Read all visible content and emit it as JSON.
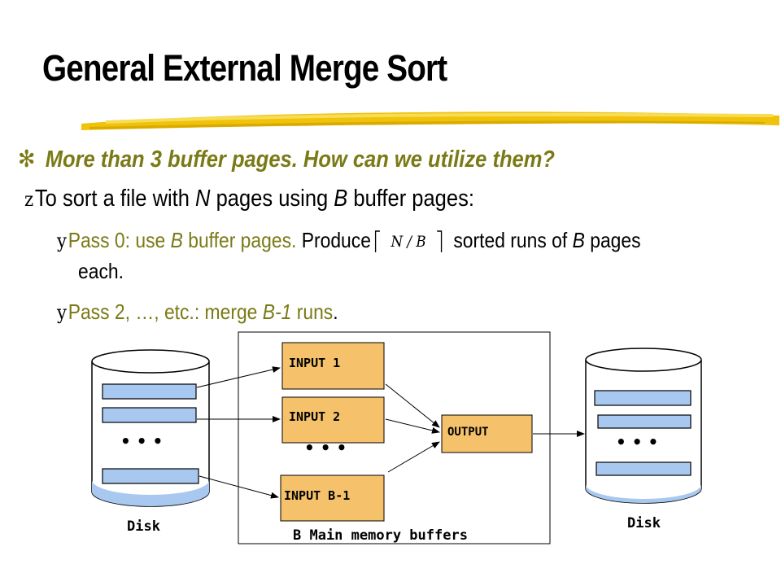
{
  "slide": {
    "title": "General External Merge Sort",
    "bullet1": "More than 3 buffer pages.  How can we utilize them?",
    "bullet2_parts": [
      "To sort a file with ",
      "N",
      " pages using ",
      "B",
      " buffer pages:"
    ],
    "sub1_parts": [
      "Pass 0: use ",
      "B",
      " buffer pages. ",
      "Produce",
      " sorted runs of ",
      "B",
      " pages"
    ],
    "sub1_cont": "each.",
    "formula": "N / B",
    "sub2_parts": [
      "Pass 2, …,  etc.: merge ",
      "B-1",
      " runs",
      "."
    ]
  },
  "diagram": {
    "input1": "INPUT 1",
    "input2": "INPUT 2",
    "inputB1": "INPUT B-1",
    "output": "OUTPUT",
    "dots": "•  •  •",
    "disk_left": "Disk",
    "disk_right": "Disk",
    "memory_label": "B Main memory buffers"
  },
  "colors": {
    "olive_text": "#7a7a16",
    "buffer_fill": "#f5c26b",
    "disk_fill": "#a8c8f0",
    "highlight": "#f0c20a"
  }
}
